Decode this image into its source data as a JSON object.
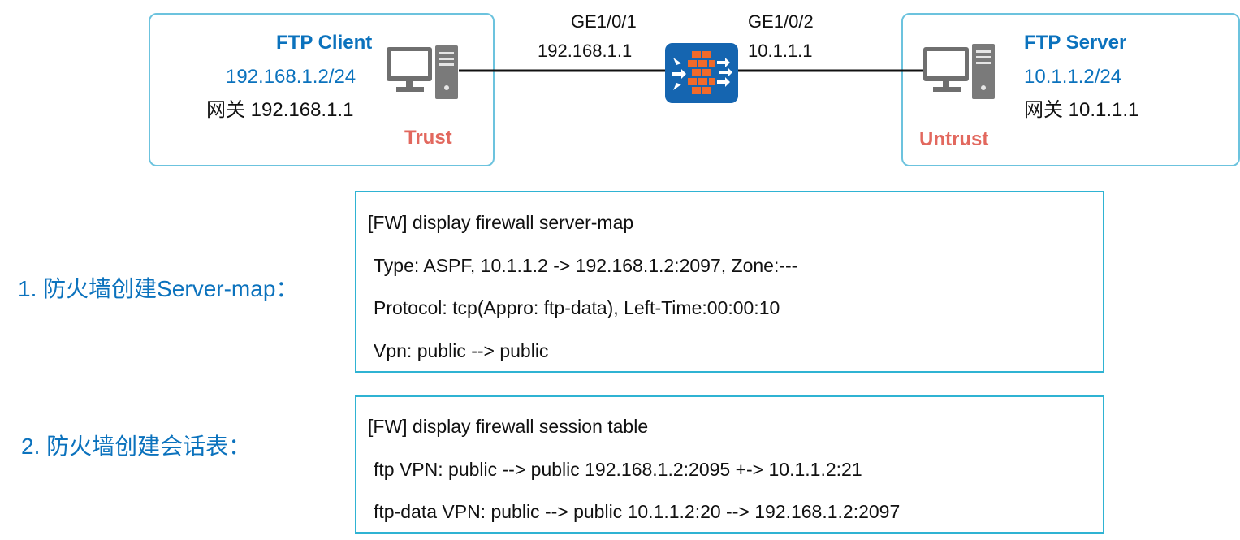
{
  "client": {
    "title": "FTP Client",
    "ip": "192.168.1.2/24",
    "gateway": "网关 192.168.1.1",
    "zone": "Trust"
  },
  "server": {
    "title": "FTP Server",
    "ip": "10.1.1.2/24",
    "gateway": "网关 10.1.1.1",
    "zone": "Untrust"
  },
  "firewall": {
    "icon": "firewall-icon",
    "left_interface": {
      "name": "GE1/0/1",
      "ip": "192.168.1.1"
    },
    "right_interface": {
      "name": "GE1/0/2",
      "ip": "10.1.1.1"
    }
  },
  "steps": [
    {
      "label": "1. 防火墙创建Server-map：",
      "lines": [
        "[FW] display firewall server-map",
        "Type: ASPF,  10.1.1.2 -> 192.168.1.2:2097,  Zone:---",
        "Protocol: tcp(Appro: ftp-data),  Left-Time:00:00:10",
        "Vpn: public --> public"
      ]
    },
    {
      "label": "2. 防火墙创建会话表：",
      "lines": [
        "[FW] display firewall session table",
        "ftp  VPN: public --> public   192.168.1.2:2095 +-> 10.1.1.2:21",
        "ftp-data  VPN: public --> public  10.1.1.2:20 --> 192.168.1.2:2097"
      ]
    }
  ],
  "colors": {
    "accent_blue": "#0b72bd",
    "zone_red": "#e2685e",
    "box_border": "#2fb3d3",
    "firewall_bg": "#1565b0",
    "firewall_bricks": "#f06a2a"
  }
}
